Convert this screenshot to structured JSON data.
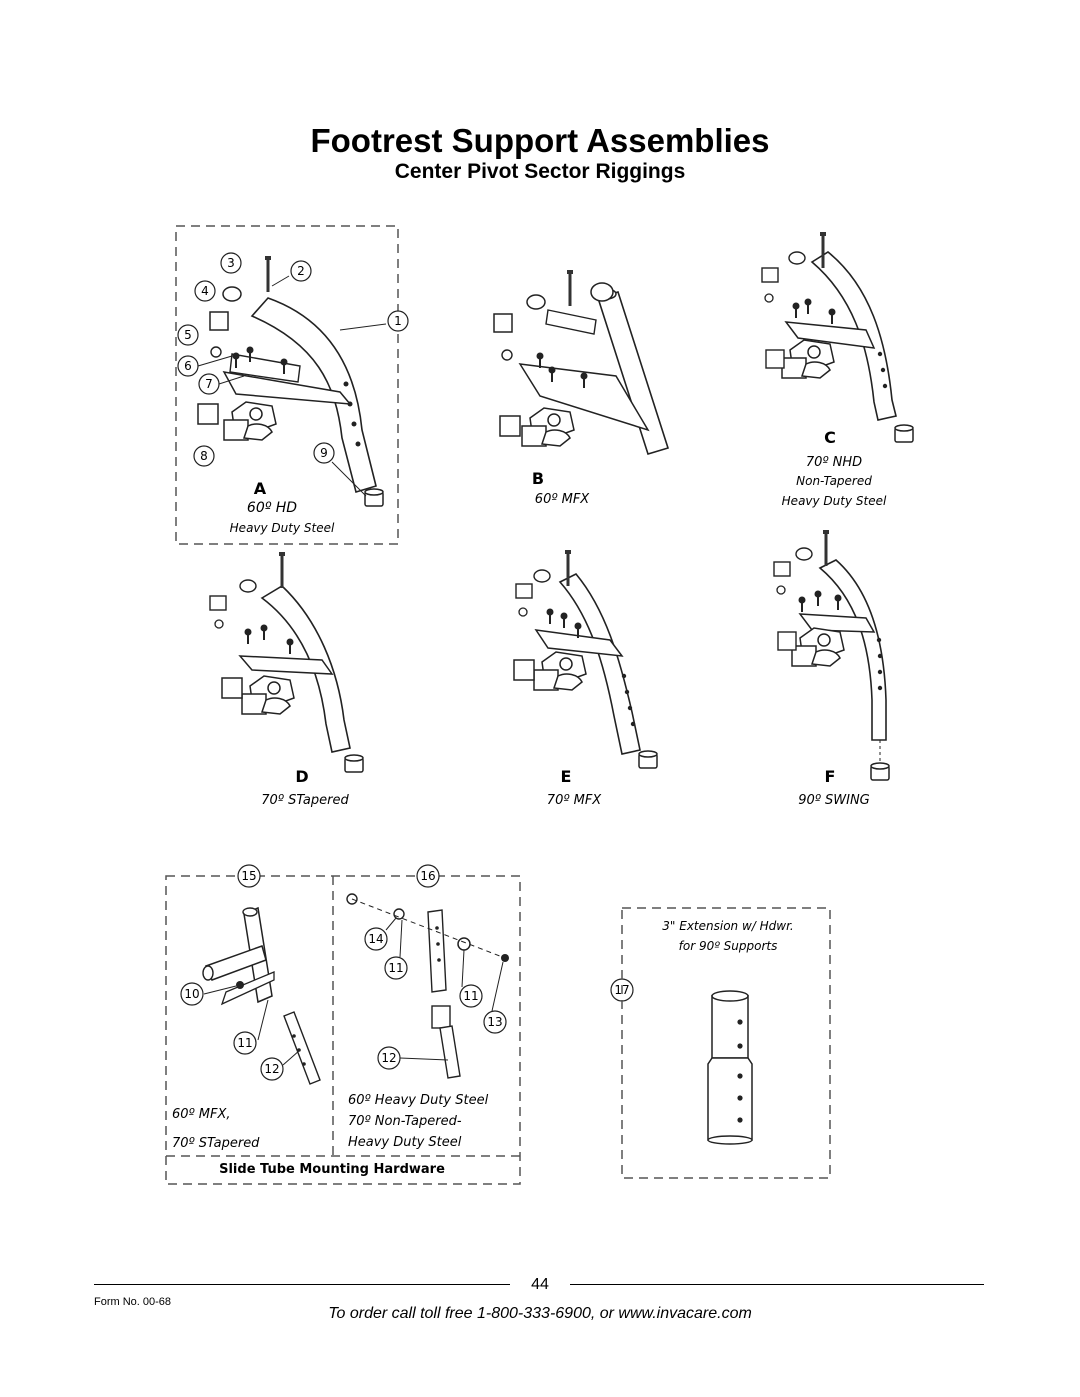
{
  "title": "Footrest Support Assemblies",
  "subtitle": "Center Pivot Sector Riggings",
  "assemblies": [
    {
      "letter": "A",
      "model": "60º HD",
      "desc1": "Heavy Duty Steel",
      "desc2": ""
    },
    {
      "letter": "B",
      "model": "60º MFX",
      "desc1": "",
      "desc2": ""
    },
    {
      "letter": "C",
      "model": "70º NHD",
      "desc1": "Non-Tapered",
      "desc2": "Heavy Duty Steel"
    },
    {
      "letter": "D",
      "model": "70º STapered",
      "desc1": "",
      "desc2": ""
    },
    {
      "letter": "E",
      "model": "70º MFX",
      "desc1": "",
      "desc2": ""
    },
    {
      "letter": "F",
      "model": "90º SWING",
      "desc1": "",
      "desc2": ""
    }
  ],
  "callouts_a": [
    "3",
    "2",
    "4",
    "1",
    "5",
    "6",
    "7",
    "8",
    "9"
  ],
  "callouts_hw": [
    "15",
    "16",
    "14",
    "11",
    "10",
    "11",
    "13",
    "11",
    "12",
    "12"
  ],
  "callout_ext": "17",
  "hw_left": {
    "line1": "60º MFX,",
    "line2": "70º STapered"
  },
  "hw_right": {
    "line1": "60º Heavy Duty Steel",
    "line2": "70º Non-Tapered-",
    "line3": "Heavy Duty Steel"
  },
  "hw_title": "Slide Tube Mounting Hardware",
  "ext": {
    "line1": "3\" Extension w/ Hdwr.",
    "line2": "for 90º Supports"
  },
  "page_number": "44",
  "form_no": "Form No.  00-68",
  "order_text": "To order call toll free 1-800-333-6900, or www.invacare.com"
}
